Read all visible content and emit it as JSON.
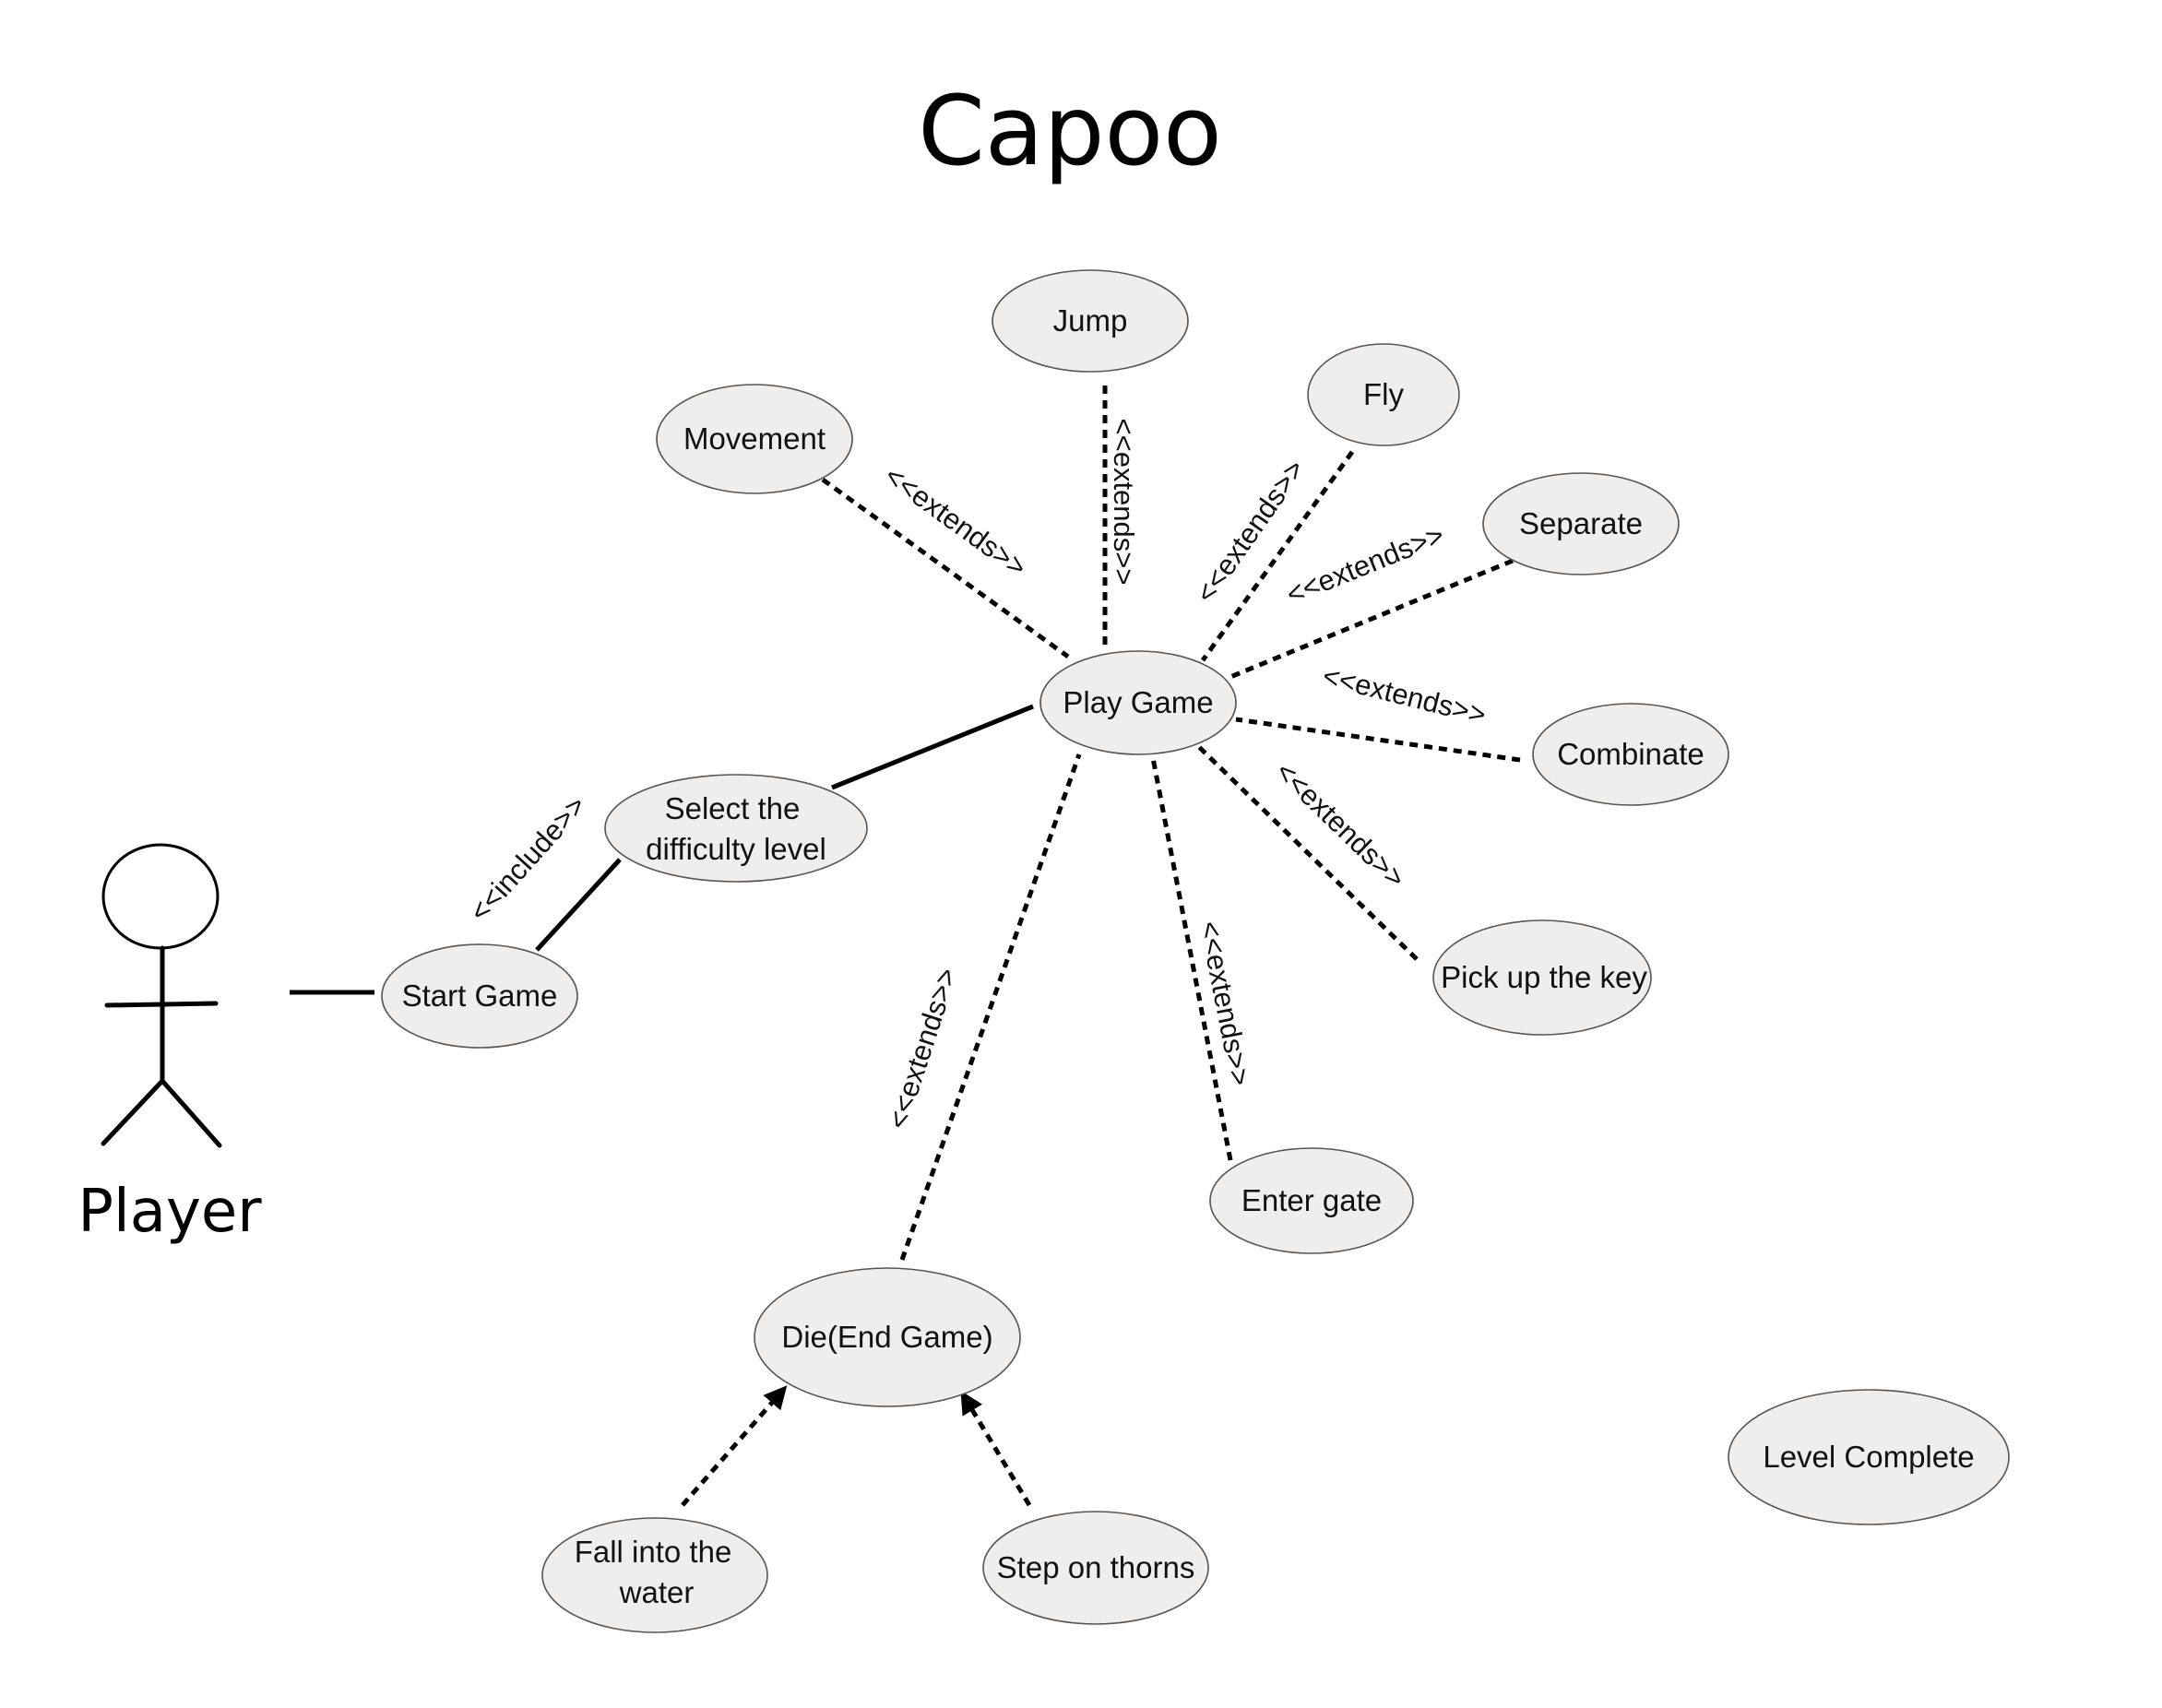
{
  "title": "Capoo",
  "actor": {
    "name": "Player"
  },
  "stereotypes": {
    "include": "<<include>>",
    "extends": "<<extends>>"
  },
  "use_cases": {
    "start_game": "Start Game",
    "select_difficulty": [
      "Select the",
      "difficulty level"
    ],
    "play_game": "Play Game",
    "movement": "Movement",
    "jump": "Jump",
    "fly": "Fly",
    "separate": "Separate",
    "combinate": "Combinate",
    "pick_up_key": "Pick up the key",
    "enter_gate": "Enter gate",
    "die_end_game": "Die(End Game)",
    "fall_into_water": [
      "Fall into the",
      "water"
    ],
    "step_on_thorns": "Step on thorns",
    "level_complete": "Level Complete"
  }
}
